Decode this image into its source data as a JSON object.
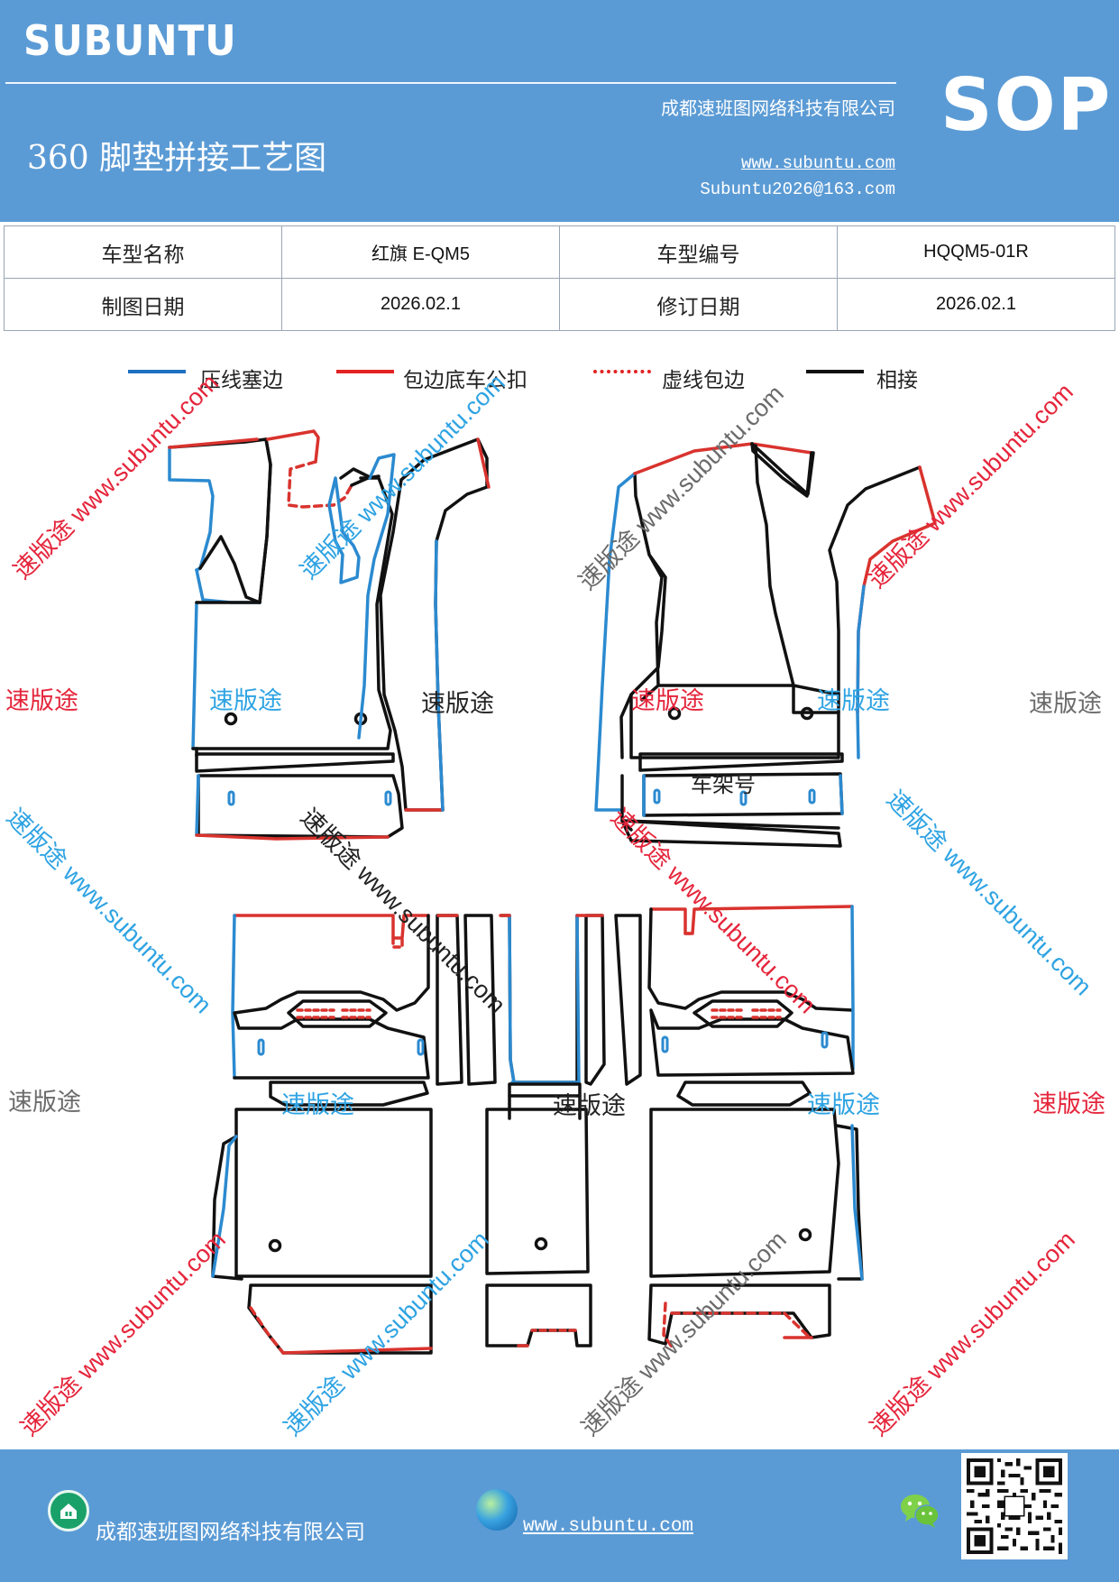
{
  "header": {
    "brand": "SUBUNTU",
    "company": "成都速班图网络科技有限公司",
    "title": "360 脚垫拼接工艺图",
    "website": "www.subuntu.com",
    "email": "Subuntu2026@163.com",
    "badge": "SOP"
  },
  "info": {
    "model_name_label": "车型名称",
    "model_name_value": "红旗 E-QM5",
    "model_code_label": "车型编号",
    "model_code_value": "HQQM5-01R",
    "draw_date_label": "制图日期",
    "draw_date_value": "2026.02.1",
    "revise_date_label": "修订日期",
    "revise_date_value": "2026.02.1"
  },
  "legend": [
    {
      "label": "压线塞边",
      "color": "#1f6fc0",
      "style": "solid"
    },
    {
      "label": "包边底车公扣",
      "color": "#e32222",
      "style": "solid"
    },
    {
      "label": "虚线包边",
      "color": "#e32222",
      "style": "dashed"
    },
    {
      "label": "相接",
      "color": "#111111",
      "style": "solid"
    }
  ],
  "drawing": {
    "frame_label": "车架号"
  },
  "watermarks": {
    "brand_cn": "速版途",
    "brand_url": "速版途 www.subuntu.com",
    "colors": {
      "red": "#e5253b",
      "blue": "#2ea3e3",
      "gray": "#6b6b6b",
      "black": "#222222"
    }
  },
  "footer": {
    "company": "成都速班图网络科技有限公司",
    "website": "www.subuntu.com"
  },
  "colors": {
    "header_bg": "#5b9bd5",
    "footer_bg": "#5b9bd5",
    "blue_line": "#2b8ad0",
    "red_line": "#d9332e",
    "black_line": "#111111"
  }
}
